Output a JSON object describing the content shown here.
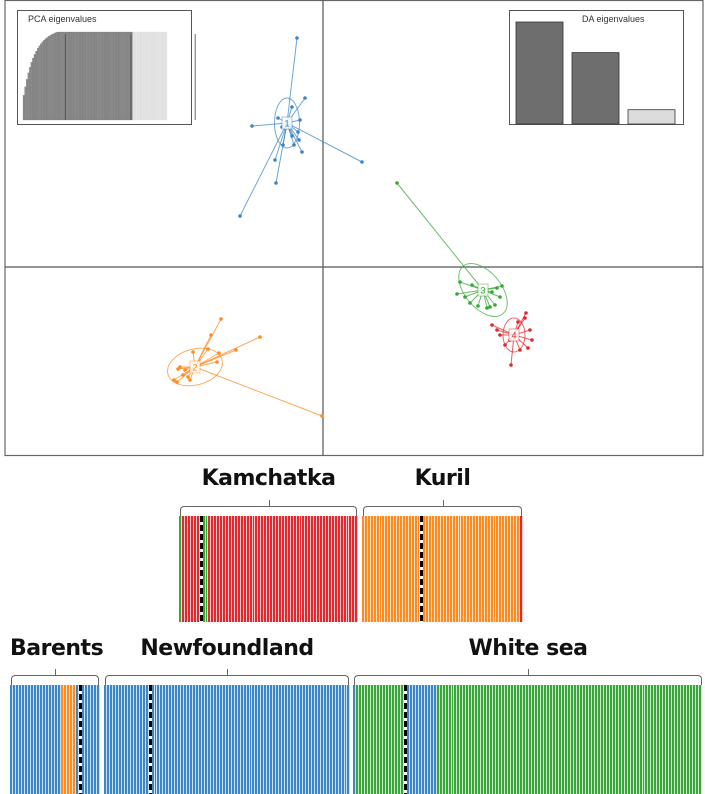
{
  "chart_data": [
    {
      "type": "scatter",
      "title": "",
      "xlabel": "",
      "ylabel": "",
      "xlim": [
        -6.36,
        7.6
      ],
      "ylim": [
        -3.76,
        5.34
      ],
      "grid": false,
      "colors": {
        "1": "#3b86c8",
        "2": "#ff8a1f",
        "3": "#3aa63a",
        "4": "#e0282e"
      },
      "clusters": [
        {
          "label": "1",
          "center": [
            -0.72,
            2.88
          ],
          "ellipse": {
            "rx": 0.25,
            "ry": 0.5,
            "angle": 0
          },
          "points": [
            [
              -0.52,
              4.58
            ],
            [
              -0.36,
              3.38
            ],
            [
              -0.62,
              3.2
            ],
            [
              -1.42,
              2.82
            ],
            [
              0.78,
              2.1
            ],
            [
              -0.96,
              2.14
            ],
            [
              -0.94,
              1.68
            ],
            [
              -1.66,
              1.02
            ],
            [
              -0.42,
              2.3
            ],
            [
              -0.48,
              2.54
            ],
            [
              -0.62,
              2.62
            ],
            [
              -0.9,
              2.98
            ],
            [
              -0.46,
              2.94
            ],
            [
              -0.8,
              2.44
            ],
            [
              -0.58,
              2.44
            ],
            [
              -0.82,
              2.8
            ],
            [
              -0.5,
              2.7
            ]
          ]
        },
        {
          "label": "2",
          "center": [
            -2.56,
            -2.0
          ],
          "ellipse": {
            "rx": 0.56,
            "ry": 0.36,
            "angle": -15
          },
          "points": [
            [
              -0.02,
              -2.98
            ],
            [
              -1.26,
              -1.4
            ],
            [
              -1.74,
              -1.66
            ],
            [
              -2.04,
              -1.04
            ],
            [
              -2.24,
              -1.36
            ],
            [
              -2.08,
              -1.72
            ],
            [
              -2.12,
              -1.9
            ],
            [
              -2.86,
              -2.0
            ],
            [
              -2.76,
              -2.06
            ],
            [
              -2.98,
              -2.26
            ],
            [
              -2.92,
              -2.3
            ],
            [
              -2.66,
              -2.26
            ],
            [
              -2.8,
              -2.16
            ],
            [
              -2.6,
              -1.7
            ],
            [
              -2.3,
              -1.64
            ],
            [
              -2.9,
              -2.04
            ],
            [
              -2.7,
              -2.2
            ]
          ]
        },
        {
          "label": "3",
          "center": [
            3.2,
            -0.46
          ],
          "ellipse": {
            "rx": 0.36,
            "ry": 0.62,
            "angle": -40
          },
          "points": [
            [
              1.48,
              1.68
            ],
            [
              3.58,
              -0.38
            ],
            [
              3.54,
              -0.6
            ],
            [
              3.44,
              -0.76
            ],
            [
              3.34,
              -0.8
            ],
            [
              2.84,
              -0.6
            ],
            [
              2.68,
              -0.54
            ],
            [
              2.94,
              -0.72
            ],
            [
              3.1,
              -0.78
            ],
            [
              3.28,
              -0.82
            ],
            [
              3.48,
              -0.42
            ],
            [
              2.98,
              -0.36
            ],
            [
              2.74,
              -0.3
            ],
            [
              3.38,
              -0.5
            ]
          ]
        },
        {
          "label": "4",
          "center": [
            3.82,
            -1.36
          ],
          "ellipse": {
            "rx": 0.22,
            "ry": 0.34,
            "angle": 0
          },
          "points": [
            [
              3.76,
              -1.96
            ],
            [
              4.06,
              -0.92
            ],
            [
              3.48,
              -1.26
            ],
            [
              3.38,
              -1.16
            ],
            [
              4.04,
              -1.02
            ],
            [
              4.14,
              -1.26
            ],
            [
              4.18,
              -1.46
            ],
            [
              4.1,
              -1.62
            ],
            [
              3.94,
              -1.66
            ],
            [
              3.64,
              -1.56
            ],
            [
              3.74,
              -1.46
            ],
            [
              3.54,
              -1.36
            ],
            [
              3.9,
              -1.1
            ]
          ]
        }
      ],
      "insets": {
        "pca": {
          "title": "PCA eigenvalues",
          "retained": 70,
          "total": 92
        },
        "da": {
          "title": "DA eigenvalues",
          "values": [
            100,
            70,
            14
          ],
          "retained": 2
        }
      }
    },
    {
      "type": "bar",
      "subtype": "stacked-membership",
      "groups": [
        {
          "label": "Kamchatka",
          "segments": [
            {
              "c": "3",
              "n": 1
            },
            {
              "c": "4",
              "n": 6
            },
            {
              "dash": true
            },
            {
              "c": "3",
              "n": 2
            },
            {
              "c": "4",
              "n": 51
            }
          ]
        },
        {
          "label": "Kuril",
          "segments": [
            {
              "c": "2",
              "n": 20
            },
            {
              "dash": true
            },
            {
              "c": "2",
              "n": 33
            },
            {
              "c": "4",
              "n": 1
            }
          ]
        },
        {
          "label": "Barents",
          "segments": [
            {
              "c": "1",
              "n": 17
            },
            {
              "c": "2",
              "n": 5
            },
            {
              "c": "1",
              "n": 1
            },
            {
              "dash": true
            },
            {
              "c": "1",
              "n": 6
            }
          ]
        },
        {
          "label": "Newfoundland",
          "segments": [
            {
              "c": "1",
              "n": 15
            },
            {
              "dash": true
            },
            {
              "c": "1",
              "n": 67
            }
          ]
        },
        {
          "label": "White sea",
          "segments": [
            {
              "c": "1",
              "n": 1
            },
            {
              "c": "3",
              "n": 16
            },
            {
              "dash": true
            },
            {
              "c": "1",
              "n": 10
            },
            {
              "c": "3",
              "n": 89
            }
          ]
        }
      ]
    }
  ]
}
